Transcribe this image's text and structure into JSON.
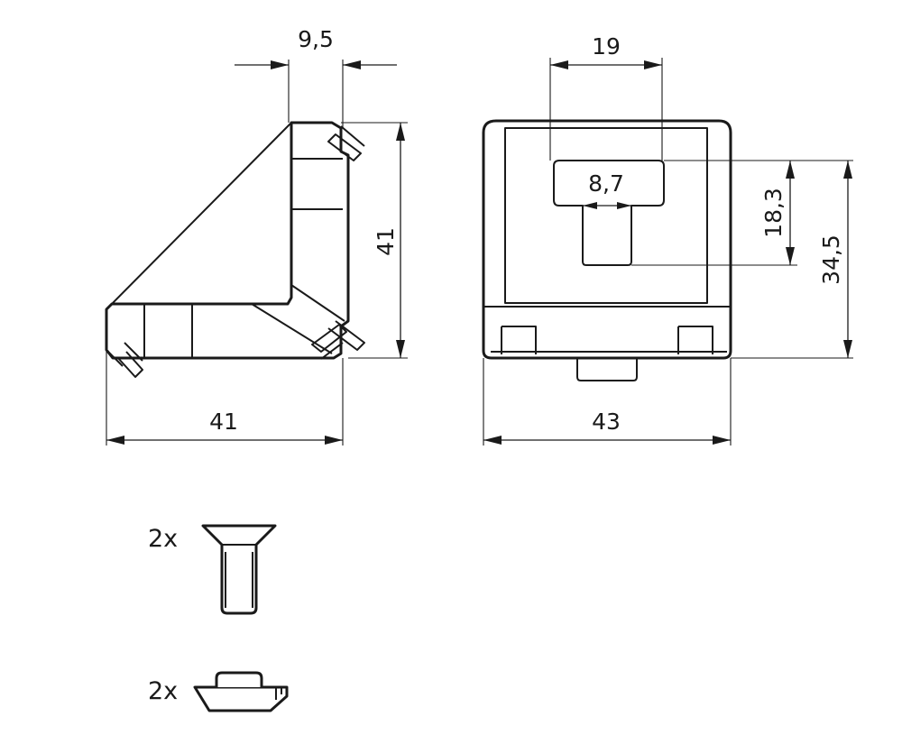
{
  "dimensions": {
    "top_slot_width": "9,5",
    "side_height": "41",
    "side_width": "41",
    "front_slot_width": "19",
    "front_tongue_width": "8,7",
    "front_tongue_height": "18,3",
    "front_height": "34,5",
    "front_width": "43"
  },
  "parts": [
    {
      "quantity": "2x",
      "icon": "countersunk-screw-icon"
    },
    {
      "quantity": "2x",
      "icon": "t-slot-nut-icon"
    }
  ]
}
